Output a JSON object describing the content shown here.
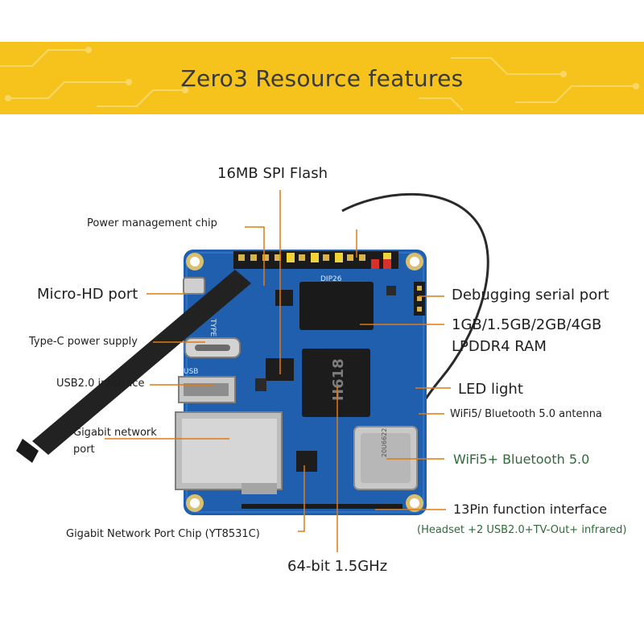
{
  "banner": {
    "title": "Zero3 Resource features"
  },
  "labels": {
    "spi_flash": "16MB SPI Flash",
    "power_chip": "Power management  chip",
    "micro_hd": "Micro-HD port",
    "type_c": "Type-C power supply",
    "usb2": "USB2.0 interface",
    "gigabit_port_1": "Gigabit network",
    "gigabit_port_2": "port",
    "network_chip": "Gigabit Network Port Chip (YT8531C)",
    "cpu": "64-bit 1.5GHz",
    "debug_serial": "Debugging serial port",
    "ram_1": "1GB/1.5GB/2GB/4GB",
    "ram_2": "LPDDR4 RAM",
    "led": "LED light",
    "antenna": "WiFi5/ Bluetooth 5.0 antenna",
    "wifi_module": "WiFi5+ Bluetooth 5.0",
    "pin13": "13Pin function interface",
    "pin13_detail": "(Headset +2 USB2.0+TV-Out+ infrared)"
  },
  "board_text": {
    "silk_dip26": "DIP26",
    "silk_type": "TYPE",
    "silk_usb": "USB",
    "silk_h618": "H618",
    "silk_module": "20U6622"
  },
  "colors": {
    "banner": "#f5c31b",
    "board": "#1f5fae",
    "leader": "#e07a10"
  }
}
